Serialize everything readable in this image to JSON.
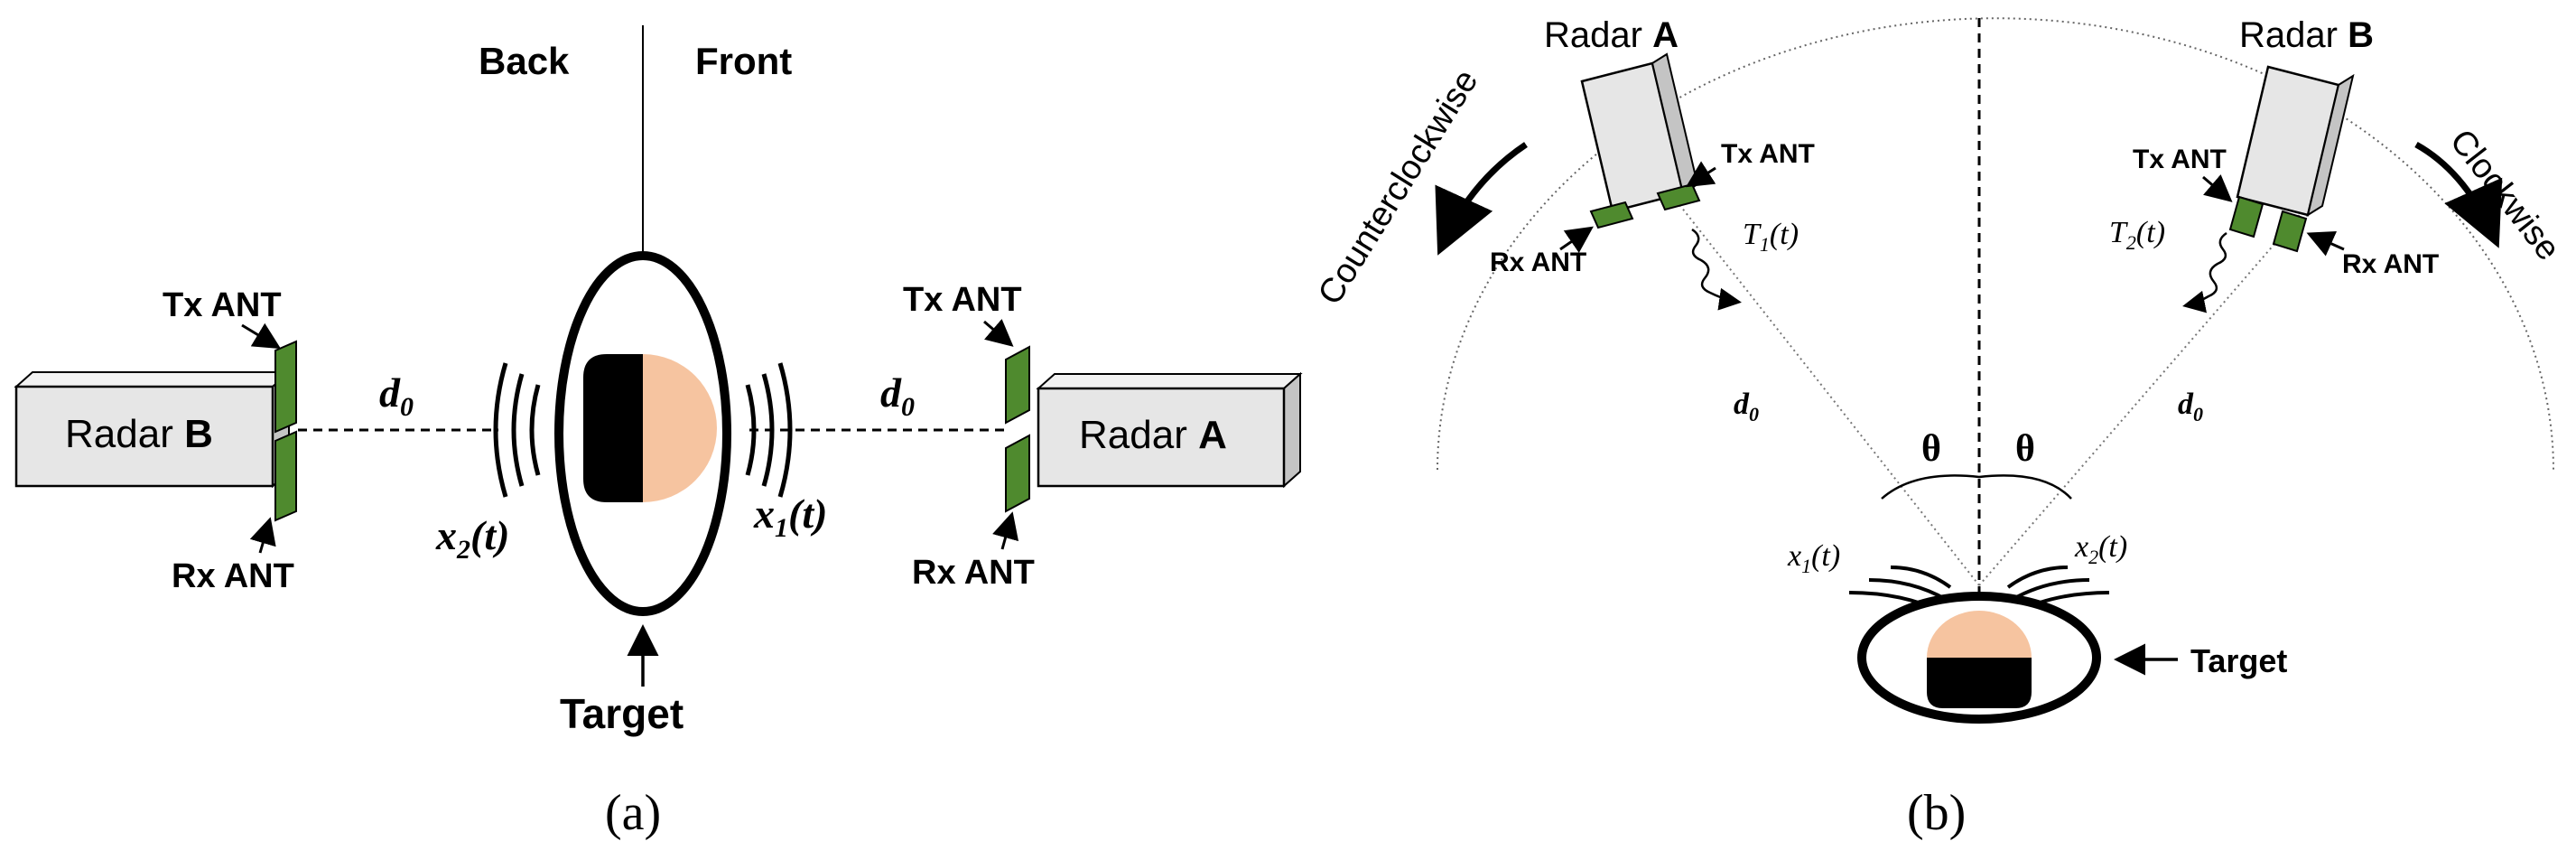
{
  "panel_a": {
    "caption": "(a)",
    "back_label": "Back",
    "front_label": "Front",
    "radar_left": {
      "text": "Radar ",
      "letter": "B"
    },
    "radar_right": {
      "text": "Radar ",
      "letter": "A"
    },
    "tx_left": "Tx ANT",
    "rx_left": "Rx ANT",
    "tx_right": "Tx ANT",
    "rx_right": "Rx ANT",
    "d0_left": "d",
    "d0_right": "d",
    "d0_sub": "0",
    "x2": "x",
    "x2_sub": "2",
    "x2_arg": "(t)",
    "x1": "x",
    "x1_sub": "1",
    "x1_arg": "(t)",
    "target_label": "Target"
  },
  "panel_b": {
    "caption": "(b)",
    "radar_a": {
      "text": "Radar ",
      "letter": "A"
    },
    "radar_b": {
      "text": "Radar ",
      "letter": "B"
    },
    "ccw_label": "Counterclockwise",
    "cw_label": "Clockwise",
    "tx_a": "Tx ANT",
    "rx_a": "Rx ANT",
    "tx_b": "Tx ANT",
    "rx_b": "Rx ANT",
    "t1": "T",
    "t1_sub": "1",
    "t1_arg": "(t)",
    "t2": "T",
    "t2_sub": "2",
    "t2_arg": "(t)",
    "d0_left": "d",
    "d0_right": "d",
    "d0_sub": "0",
    "theta_left": "θ",
    "theta_right": "θ",
    "x1": "x",
    "x1_sub": "1",
    "x1_arg": "(t)",
    "x2": "x",
    "x2_sub": "2",
    "x2_arg": "(t)",
    "target_label": "Target"
  },
  "colors": {
    "antenna_green": "#4f8a2e",
    "radar_face": "#e6e6e6",
    "radar_shade": "#c4c4c4",
    "skin": "#f6c4a0",
    "hair": "#000000"
  }
}
